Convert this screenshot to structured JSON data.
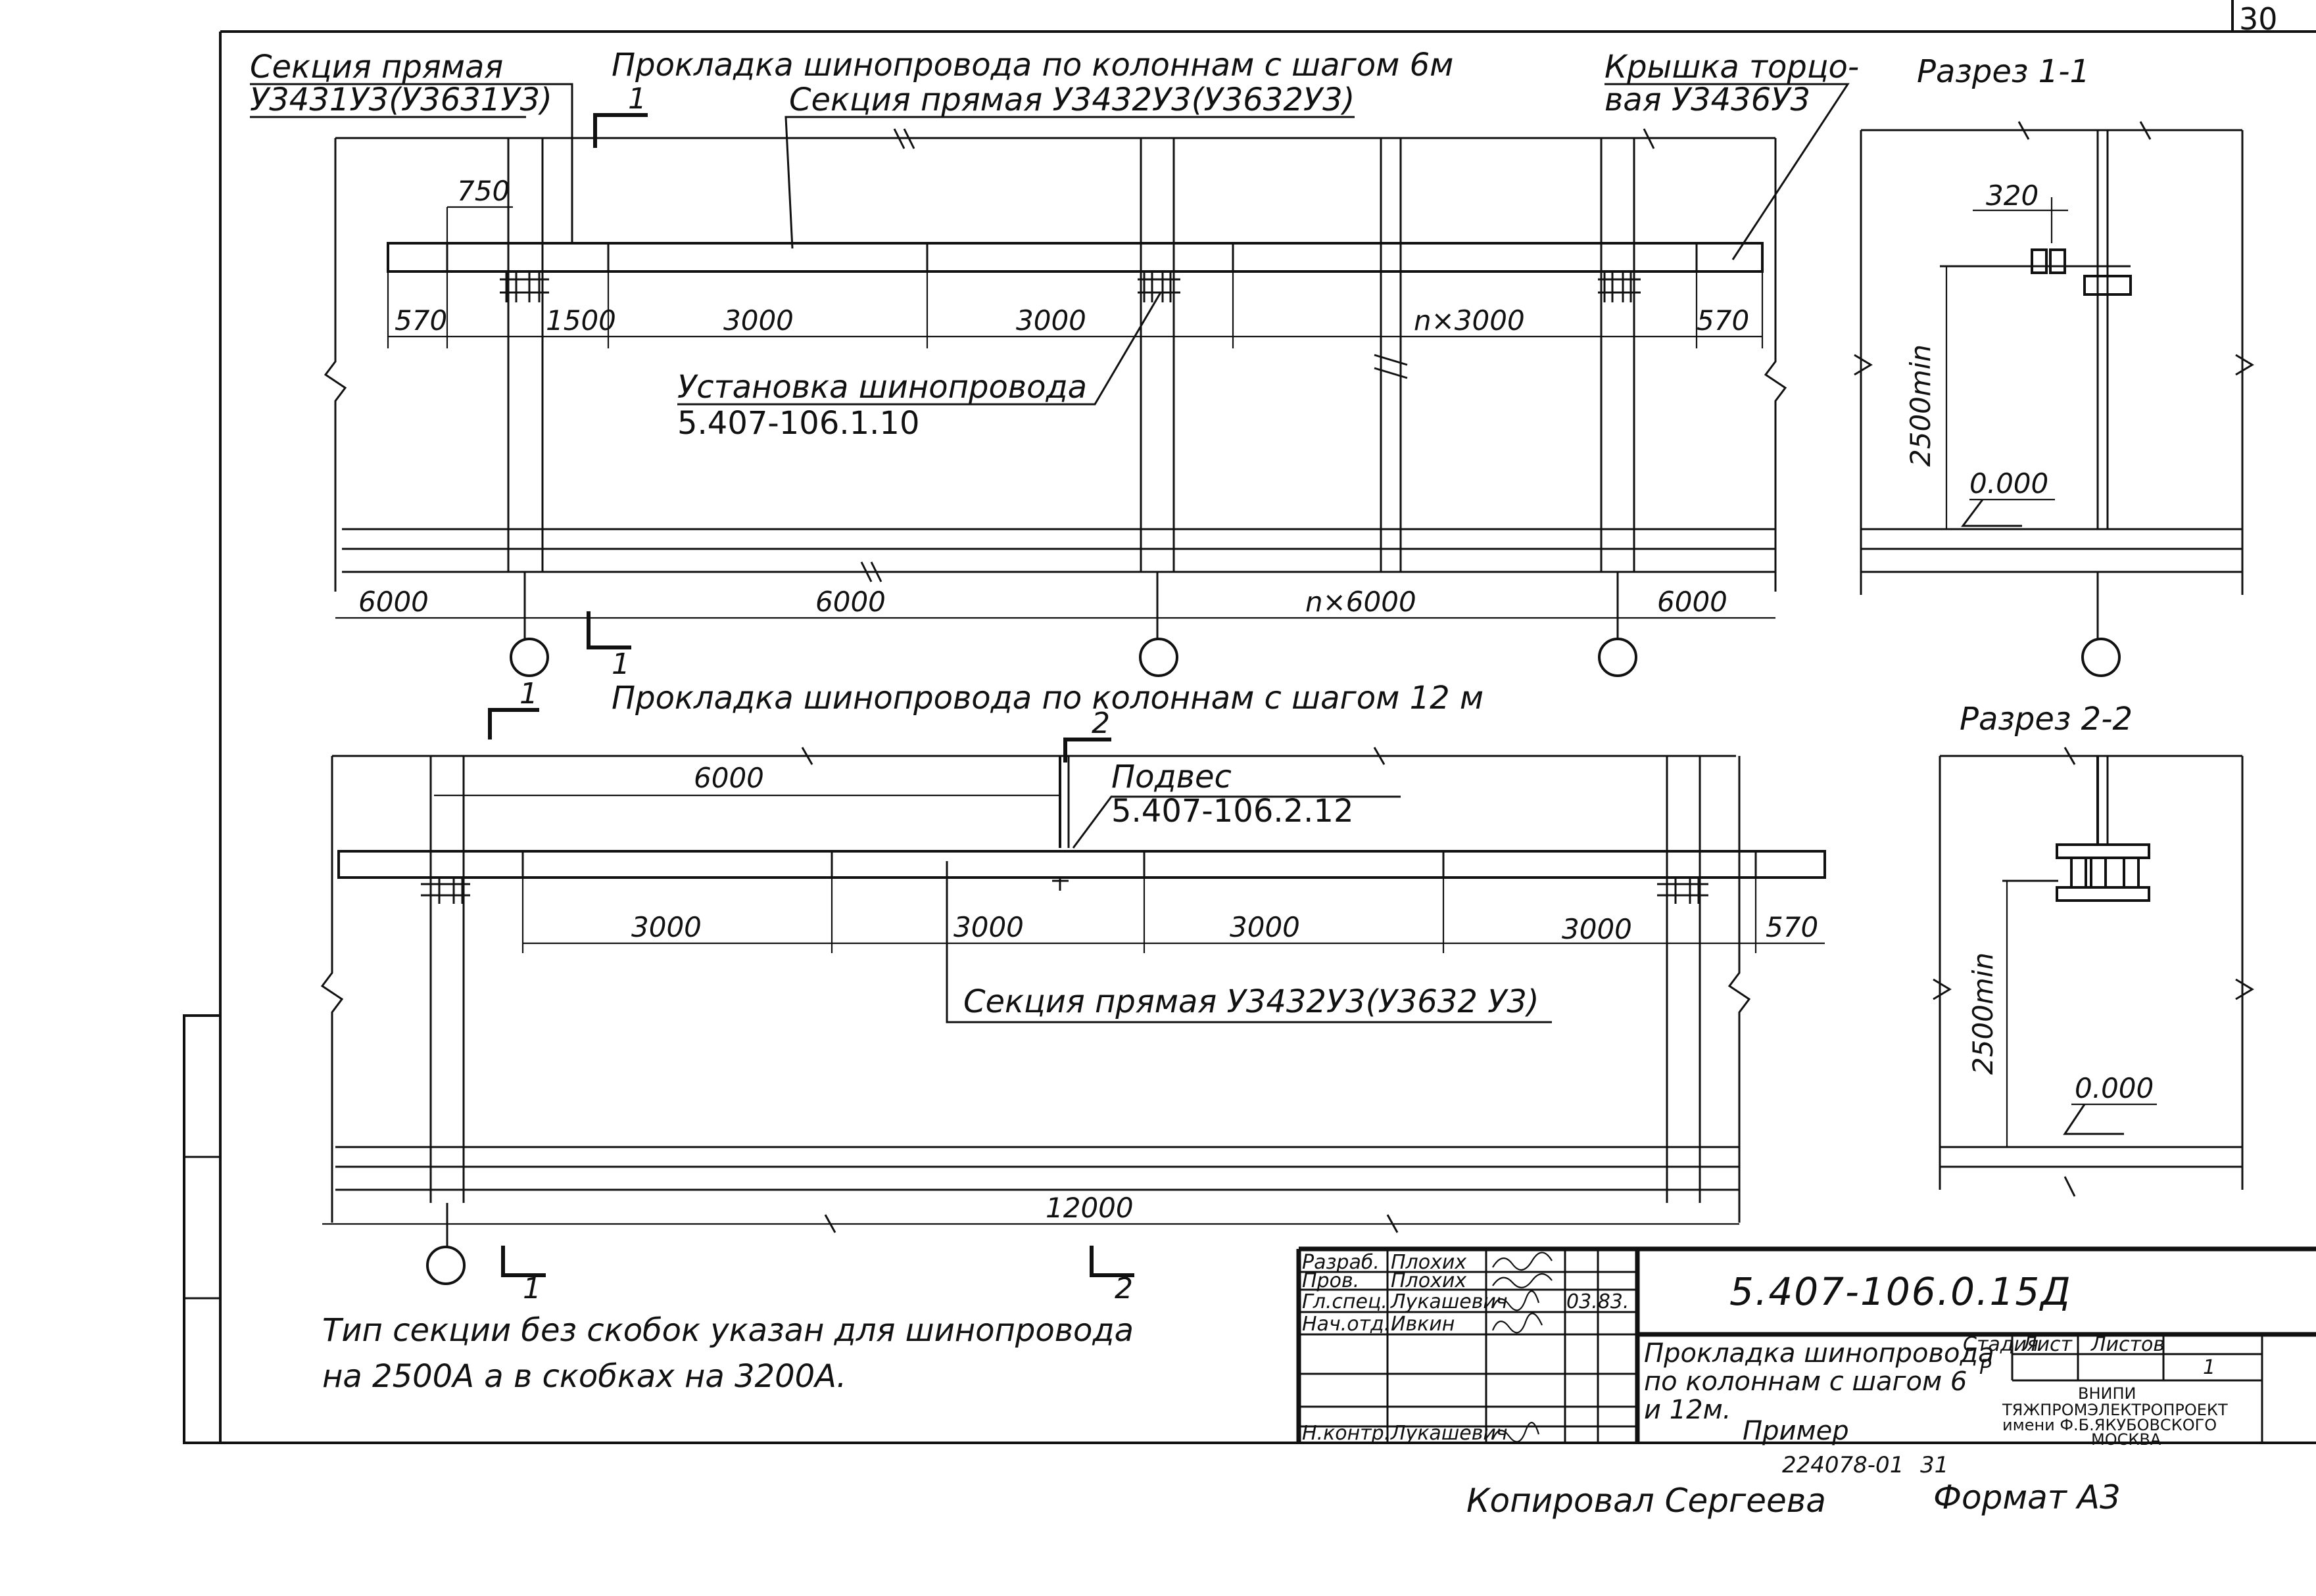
{
  "page_number": "30",
  "plan_6m": {
    "title": "Прокладка шинопровода по колоннам с шагом 6м",
    "label_section_left_1": "Секция прямая",
    "label_section_left_2": "У3431У3(У3631У3)",
    "label_section_top": "Секция прямая У3432У3(У3632У3)",
    "label_cap_1": "Крышка торцо-",
    "label_cap_2": "вая У3436У3",
    "label_install_1": "Установка шинопровода",
    "label_install_2": "5.407-106.1.10",
    "dims": [
      "750",
      "570",
      "1500",
      "3000",
      "3000",
      "n×3000",
      "570"
    ],
    "bottom_dims": [
      "6000",
      "6000",
      "n×6000",
      "6000"
    ],
    "cut_mark": "1"
  },
  "section_1": {
    "title": "Разрез 1-1",
    "dim_top": "320",
    "dim_height": "2500min",
    "level": "0.000"
  },
  "plan_12m": {
    "title": "Прокладка шинопровода по колоннам с шагом 12 м",
    "dim_top": "6000",
    "label_hanger_1": "Подвес",
    "label_hanger_2": "5.407-106.2.12",
    "dims": [
      "3000",
      "3000",
      "3000",
      "3000",
      "570"
    ],
    "label_section": "Секция прямая У3432У3(У3632 У3)",
    "bottom_dim": "12000",
    "cut_mark_1": "1",
    "cut_mark_2": "2"
  },
  "section_2": {
    "title": "Разрез 2-2",
    "dim_height": "2500min",
    "level": "0.000"
  },
  "note_1": "Тип секции без скобок указан для шинопровода",
  "note_2": "на 2500А а в скобках на 3200А.",
  "title_block": {
    "drawing_code": "5.407-106.0.15Д",
    "title_line_1": "Прокладка шинопровода",
    "title_line_2": "по колоннам с шагом 6",
    "title_line_3": "и 12м.",
    "title_line_4": "Пример",
    "col_stage": "Стадия",
    "col_sheet": "Лист",
    "col_sheets": "Листов",
    "val_stage": "Р",
    "val_sheets": "1",
    "org_1": "ВНИПИ",
    "org_2": "ТЯЖПРОМЭЛЕКТРОПРОЕКТ",
    "org_3": "имени Ф.Б.ЯКУБОВСКОГО",
    "org_4": "МОСКВА",
    "roles": [
      {
        "role": "Разраб.",
        "name": "Плохих",
        "date": ""
      },
      {
        "role": "Пров.",
        "name": "Плохих",
        "date": ""
      },
      {
        "role": "Гл.спец.",
        "name": "Лукашевич",
        "date": "03.83."
      },
      {
        "role": "Нач.отд.",
        "name": "Ивкин",
        "date": ""
      },
      {
        "role": "",
        "name": "",
        "date": ""
      },
      {
        "role": "",
        "name": "",
        "date": ""
      },
      {
        "role": "Н.контр.",
        "name": "Лукашевич",
        "date": ""
      }
    ]
  },
  "archive_number": "224078-01",
  "archive_sheet": "31",
  "copied_by": "Копировал Сергеева",
  "format": "Формат А3"
}
